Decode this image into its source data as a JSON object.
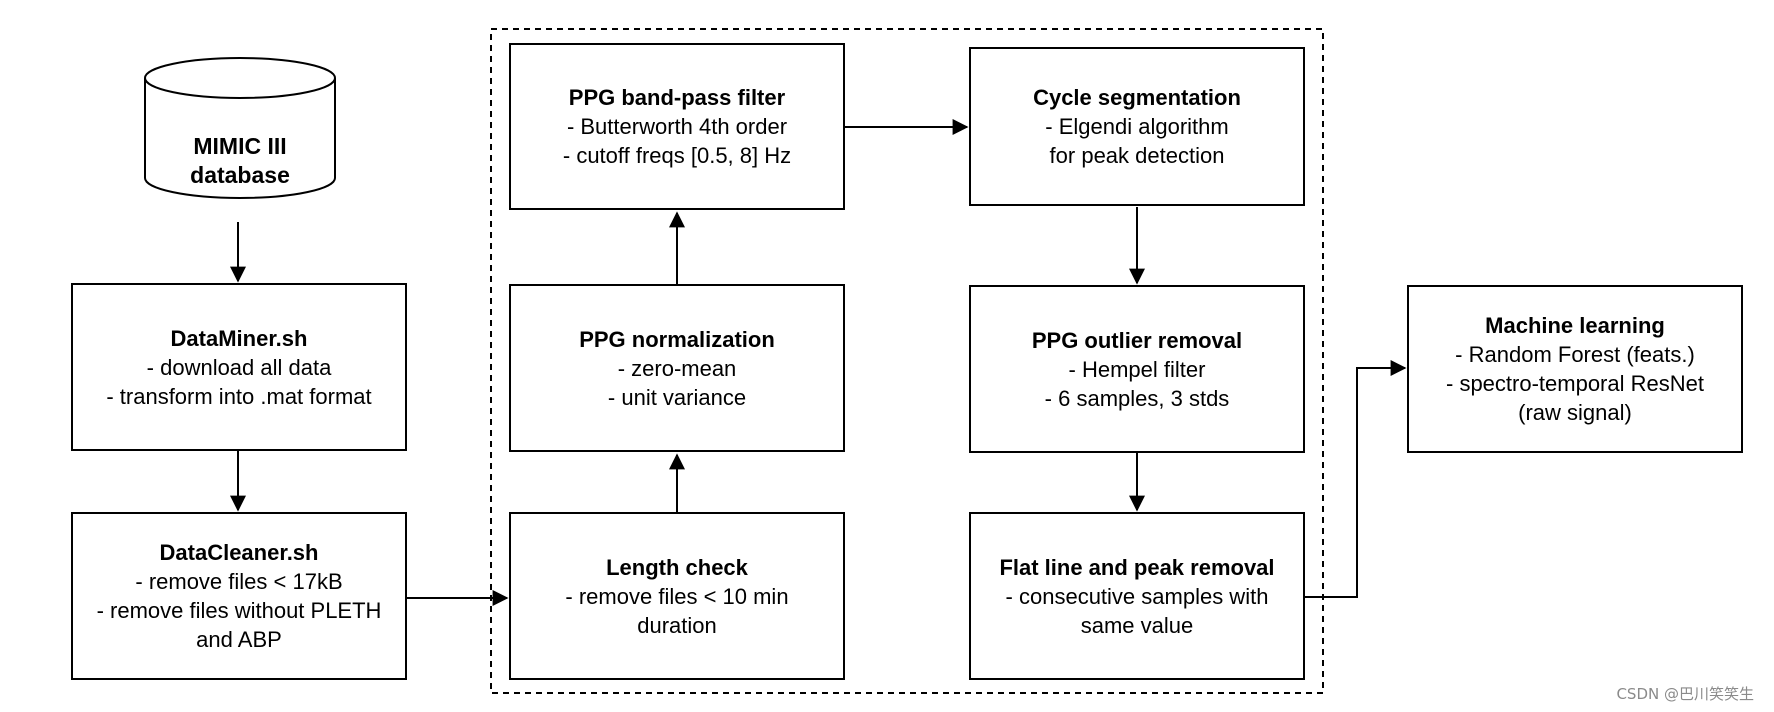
{
  "database": {
    "lines": [
      "MIMIC III",
      "database"
    ]
  },
  "boxes": {
    "dataminer": {
      "title": "DataMiner.sh",
      "lines": [
        "- download all data",
        "- transform into .mat format"
      ]
    },
    "datacleaner": {
      "title": "DataCleaner.sh",
      "lines": [
        "- remove files < 17kB",
        "- remove files without PLETH",
        "and ABP"
      ]
    },
    "length_check": {
      "title": "Length check",
      "lines": [
        "- remove files < 10 min",
        "duration"
      ]
    },
    "normalization": {
      "title": "PPG normalization",
      "lines": [
        "- zero-mean",
        "- unit variance"
      ]
    },
    "bandpass": {
      "title": "PPG band-pass filter",
      "lines": [
        "- Butterworth 4th order",
        "- cutoff freqs [0.5, 8] Hz"
      ]
    },
    "cycle_seg": {
      "title": "Cycle segmentation",
      "lines": [
        "- Elgendi algorithm",
        "for peak detection"
      ]
    },
    "outlier": {
      "title": "PPG outlier removal",
      "lines": [
        "- Hempel filter",
        "- 6 samples, 3 stds"
      ]
    },
    "flatline": {
      "title": "Flat line and peak removal",
      "lines": [
        "- consecutive samples with",
        "same value"
      ]
    },
    "ml": {
      "title": "Machine learning",
      "lines": [
        "- Random Forest (feats.)",
        "- spectro-temporal ResNet",
        "(raw signal)"
      ]
    }
  },
  "watermark": "CSDN @巴川笑笑生"
}
